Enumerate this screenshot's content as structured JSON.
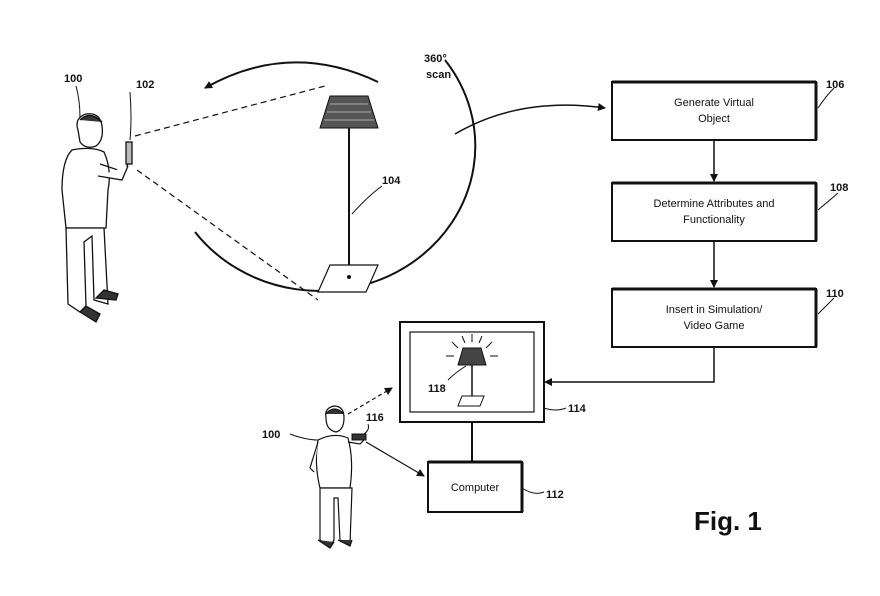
{
  "flowchart": {
    "steps": [
      {
        "lines": [
          "Generate Virtual",
          "Object"
        ],
        "ref": "106"
      },
      {
        "lines": [
          "Determine Attributes and",
          "Functionality"
        ],
        "ref": "108"
      },
      {
        "lines": [
          "Insert in Simulation/",
          "Video Game"
        ],
        "ref": "110"
      }
    ]
  },
  "scan": {
    "degree": "360°",
    "word": "scan"
  },
  "computer": {
    "label": "Computer",
    "ref": "112"
  },
  "refs": {
    "user_top": "100",
    "device_top": "102",
    "lamp": "104",
    "display": "114",
    "controller": "116",
    "virtual_lamp": "118",
    "user_bottom": "100"
  },
  "figure_label": "Fig. 1"
}
